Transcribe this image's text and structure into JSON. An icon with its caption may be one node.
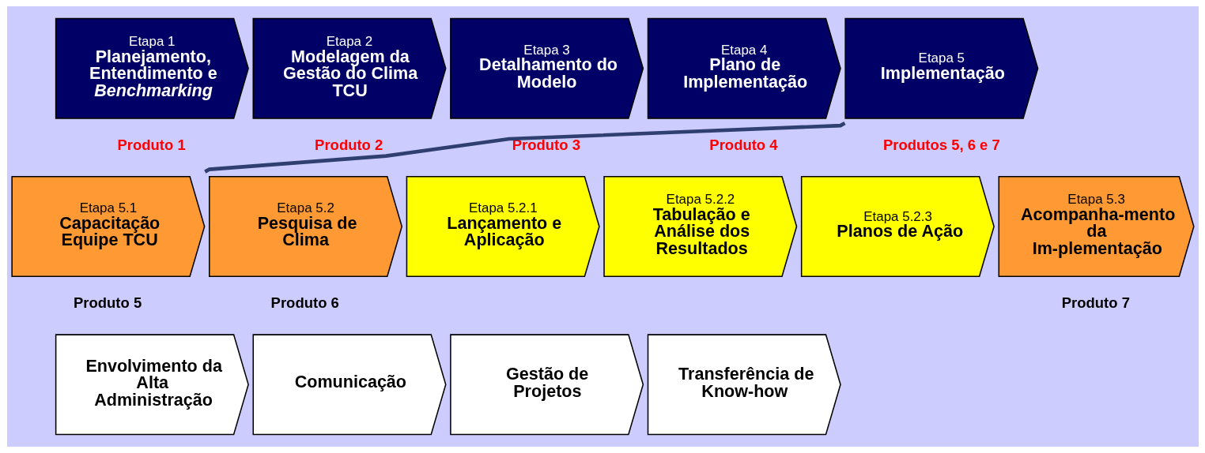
{
  "diagram": {
    "nodes": [
      {
        "text": [
          "Etapa 1",
          "Planejamento, Entendimento e *Benchmarking*"
        ],
        "beside": [
          "Produto 1"
        ]
      },
      {
        "text": [
          "Etapa 2",
          "Modelagem da Gestão do Clima TCU"
        ],
        "beside": [
          "Produto 2"
        ]
      },
      {
        "text": [
          "Etapa 3",
          "Detalhamento do Modelo"
        ],
        "beside": [
          "Produto 3"
        ]
      },
      {
        "text": [
          "Etapa 4",
          "Plano de Implementação"
        ],
        "beside": [
          "Produto 4"
        ]
      },
      {
        "text": [
          "Etapa 5",
          "Implementação"
        ],
        "beside": [
          "Produtos 5, 6 e 7"
        ]
      },
      {
        "text": [
          "Etapa 5.1",
          "Capacitação Equipe TCU"
        ],
        "beside": [
          "Produto 5"
        ]
      },
      {
        "text": [
          "Etapa 5.2",
          "Pesquisa de Clima"
        ],
        "beside": [
          "Produto 6"
        ]
      },
      {
        "text": [
          "Etapa 5.2.1",
          "Lançamento e Aplicação"
        ]
      },
      {
        "text": [
          "Etapa 5.2.2",
          "Tabulação e Análise dos Resultados"
        ]
      },
      {
        "text": [
          "Etapa 5.2.3",
          "Planos de Ação"
        ]
      },
      {
        "text": [
          "Etapa 5.3",
          "Acompanha-mento da Im-plementação"
        ],
        "beside": [
          "Produto 7"
        ]
      },
      {
        "text": [
          "Envolvimento da Alta Administração"
        ]
      },
      {
        "text": [
          "Comunicação"
        ]
      },
      {
        "text": [
          "Gestão de Projetos"
        ]
      },
      {
        "text": [
          "Transferência de Know-how"
        ]
      }
    ],
    "edges": [
      {
        "from": 4,
        "to": 5,
        "arrow": "none"
      }
    ]
  }
}
